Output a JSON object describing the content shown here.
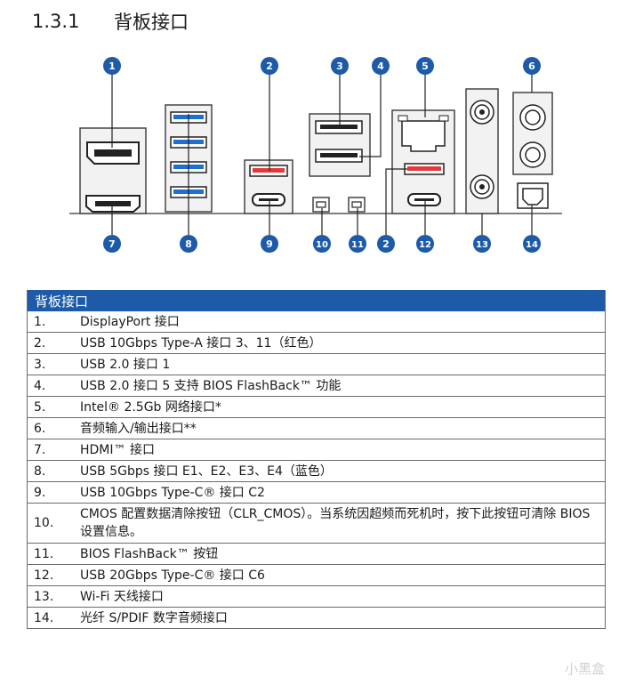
{
  "section": {
    "number": "1.3.1",
    "title": "背板接口"
  },
  "callouts": [
    "1",
    "2",
    "3",
    "4",
    "5",
    "6",
    "7",
    "8",
    "9",
    "10",
    "11",
    "2",
    "12",
    "13",
    "14"
  ],
  "table": {
    "header": "背板接口",
    "rows": [
      {
        "n": "1.",
        "text": "DisplayPort 接口"
      },
      {
        "n": "2.",
        "text": "USB 10Gbps Type-A 接口 3、11（红色）"
      },
      {
        "n": "3.",
        "text": "USB 2.0 接口 1"
      },
      {
        "n": "4.",
        "text": "USB 2.0 接口 5 支持 BIOS FlashBack™ 功能"
      },
      {
        "n": "5.",
        "text": "Intel® 2.5Gb 网络接口*"
      },
      {
        "n": "6.",
        "text": "音频输入/输出接口**"
      },
      {
        "n": "7.",
        "text": "HDMI™ 接口"
      },
      {
        "n": "8.",
        "text": "USB 5Gbps 接口 E1、E2、E3、E4（蓝色）"
      },
      {
        "n": "9.",
        "text": "USB 10Gbps Type-C® 接口 C2"
      },
      {
        "n": "10.",
        "text": "CMOS 配置数据清除按钮（CLR_CMOS）。当系统因超频而死机时，按下此按钮可清除 BIOS 设置信息。"
      },
      {
        "n": "11.",
        "text": "BIOS FlashBack™ 按钮"
      },
      {
        "n": "12.",
        "text": "USB 20Gbps Type-C® 接口 C6"
      },
      {
        "n": "13.",
        "text": "Wi-Fi 天线接口"
      },
      {
        "n": "14.",
        "text": "光纤 S/PDIF 数字音频接口"
      }
    ]
  },
  "watermark": "小黑盒",
  "colors": {
    "accent": "#1d5aa8",
    "usb_red": "#e23a3a",
    "usb_blue": "#1f6fd0"
  }
}
